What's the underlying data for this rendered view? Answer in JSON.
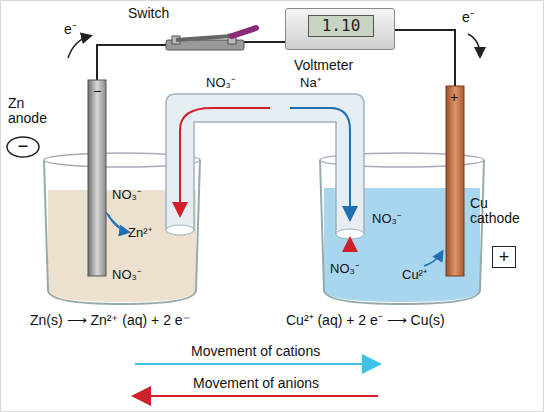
{
  "diagram": {
    "nodes": [
      {
        "text": [
          "1.10",
          "Voltmeter"
        ]
      },
      {
        "text": [
          "−"
        ]
      },
      {
        "text": [
          "+"
        ]
      }
    ],
    "labels": [
      "Switch",
      "e⁻",
      "e⁻",
      "Zn anode",
      "−",
      "NO₃⁻",
      "Na⁺",
      "+",
      "Cu cathode",
      "NO₃⁻",
      "Zn²⁺",
      "NO₃⁻",
      "NO₃⁻",
      "NO₃⁻",
      "Cu²⁺",
      "Zn(s) ⟶ Zn²⁺ (aq) + 2 e⁻",
      "Cu²⁺ (aq) + 2 e⁻ ⟶ Cu(s)"
    ],
    "legend": [
      {
        "text": "Movement of cations"
      },
      {
        "text": "Movement of anions"
      }
    ]
  }
}
